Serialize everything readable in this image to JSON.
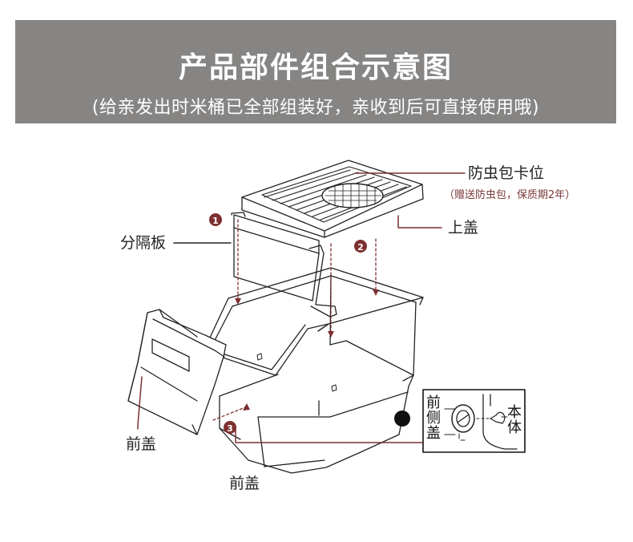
{
  "header": {
    "title": "产品部件组合示意图",
    "subtitle": "(给亲发出时米桶已全部组装好，亲收到后可直接使用哦)"
  },
  "labels": {
    "insect_clip": "防虫包卡位",
    "insect_note": "（赠送防虫包，保质期2年）",
    "top_lid": "上盖",
    "divider": "分隔板",
    "front_lid_left": "前盖",
    "front_lid_bottom": "前盖"
  },
  "inset": {
    "left_chars": [
      "前",
      "侧",
      "盖"
    ],
    "right_chars": [
      "本",
      "体"
    ]
  },
  "steps": [
    "1",
    "2",
    "3"
  ],
  "colors": {
    "header_bg": "#868584",
    "accent": "#7d2f2f",
    "line": "#222222"
  }
}
